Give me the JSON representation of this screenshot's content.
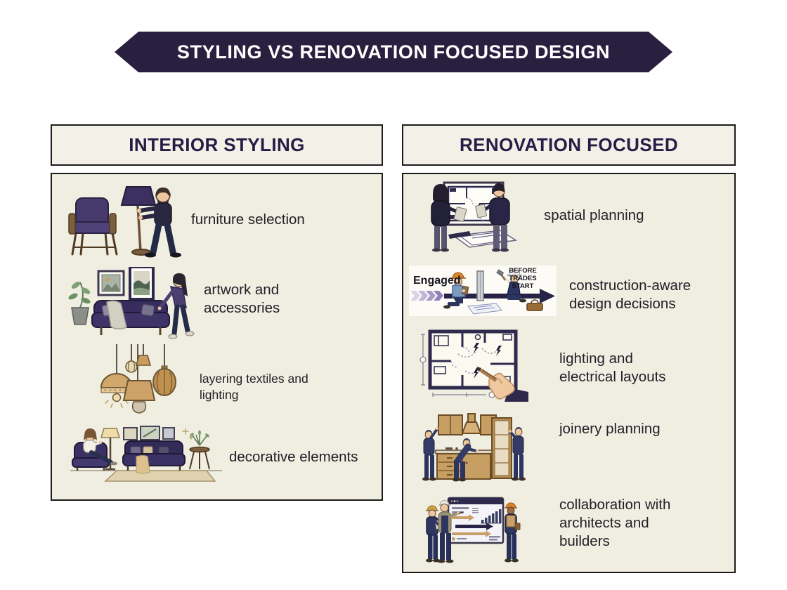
{
  "banner": {
    "title": "STYLING VS RENOVATION FOCUSED DESIGN"
  },
  "colors": {
    "banner_bg": "#29203f",
    "panel_bg": "#f0eee1",
    "heading_text": "#261c45",
    "label_text": "#201f26",
    "border": "#1b1b1b"
  },
  "columns": {
    "left": {
      "header": "INTERIOR STYLING",
      "items": [
        {
          "label": "furniture selection",
          "icon": "armchair-floor-lamp-illustration"
        },
        {
          "label": "artwork and accessories",
          "icon": "sofa-framed-art-illustration"
        },
        {
          "label": "layering textiles and lighting",
          "icon": "pendant-lights-illustration"
        },
        {
          "label": "decorative elements",
          "icon": "styled-living-room-illustration"
        }
      ]
    },
    "right": {
      "header": "RENOVATION FOCUSED",
      "items": [
        {
          "label": "spatial planning",
          "icon": "floor-plan-review-illustration"
        },
        {
          "label": "construction-aware design decisions",
          "icon": "construction-timeline-illustration",
          "engaged_label": "Engaged",
          "before_trades_label": "BEFORE TRADES START"
        },
        {
          "label": "lighting and electrical layouts",
          "icon": "electrical-plan-hand-illustration"
        },
        {
          "label": "joinery planning",
          "icon": "kitchen-cabinet-install-illustration"
        },
        {
          "label": "collaboration with architects and builders",
          "icon": "team-presentation-illustration"
        }
      ]
    }
  }
}
